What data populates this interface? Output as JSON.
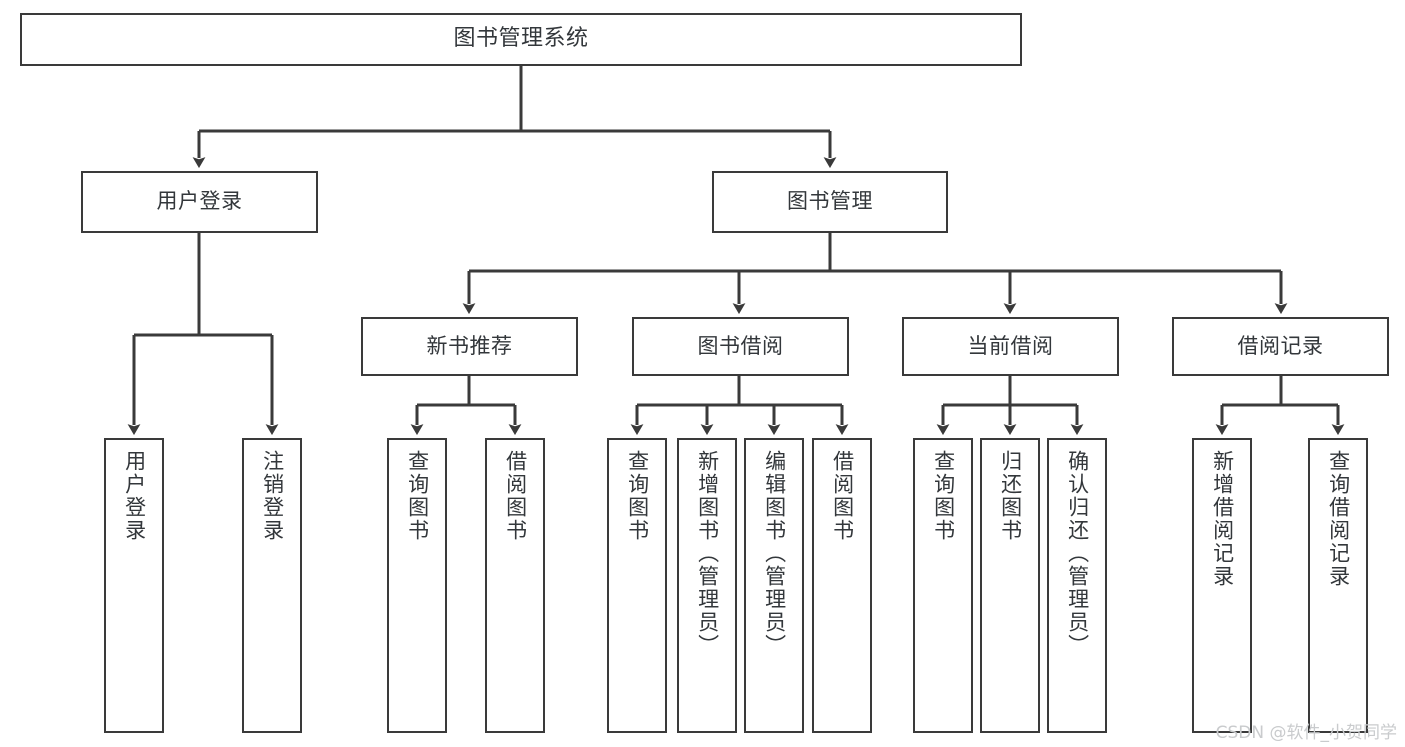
{
  "diagram": {
    "type": "hierarchy-tree",
    "title": "图书管理系统",
    "line_color": "#3a3a3a",
    "text_color": "#33373b",
    "box_fill": "#ffffff",
    "background": "#ffffff"
  },
  "nodes": {
    "root": {
      "label": "图书管理系统"
    },
    "level1": [
      {
        "label": "用户登录"
      },
      {
        "label": "图书管理"
      }
    ],
    "level2": [
      {
        "label": "新书推荐"
      },
      {
        "label": "图书借阅"
      },
      {
        "label": "当前借阅"
      },
      {
        "label": "借阅记录"
      }
    ],
    "leaves": {
      "user_login": [
        {
          "label": "用户登录"
        },
        {
          "label": "注销登录"
        }
      ],
      "new_book": [
        {
          "label": "查询图书"
        },
        {
          "label": "借阅图书"
        }
      ],
      "book_borrow": [
        {
          "label": "查询图书"
        },
        {
          "label": "新增图书（管理员）"
        },
        {
          "label": "编辑图书（管理员）"
        },
        {
          "label": "借阅图书"
        }
      ],
      "current_borrow": [
        {
          "label": "查询图书"
        },
        {
          "label": "归还图书"
        },
        {
          "label": "确认归还（管理员）"
        }
      ],
      "borrow_record": [
        {
          "label": "新增借阅记录"
        },
        {
          "label": "查询借阅记录"
        }
      ]
    }
  },
  "watermark": {
    "text": "CSDN @软件_小贺同学"
  }
}
